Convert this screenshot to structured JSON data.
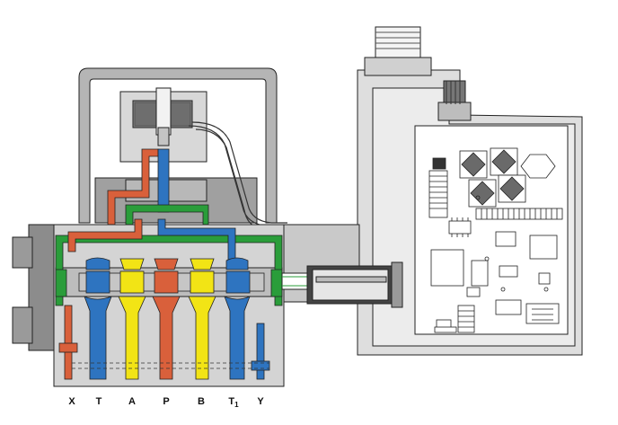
{
  "port_labels": [
    {
      "id": "x",
      "text": "X"
    },
    {
      "id": "t",
      "text": "T"
    },
    {
      "id": "a",
      "text": "A"
    },
    {
      "id": "p",
      "text": "P"
    },
    {
      "id": "b",
      "text": "B"
    },
    {
      "id": "t1",
      "text": "T",
      "subscript": "1"
    },
    {
      "id": "y",
      "text": "Y"
    }
  ],
  "colors": {
    "pressure": "#d9603b",
    "tank": "#2e74c0",
    "work_port": "#f2e415",
    "pilot_return": "#2a9d3a",
    "housing_gray": "#a8a8a8",
    "dark_gray": "#8c8c8c",
    "outline": "#222222"
  }
}
